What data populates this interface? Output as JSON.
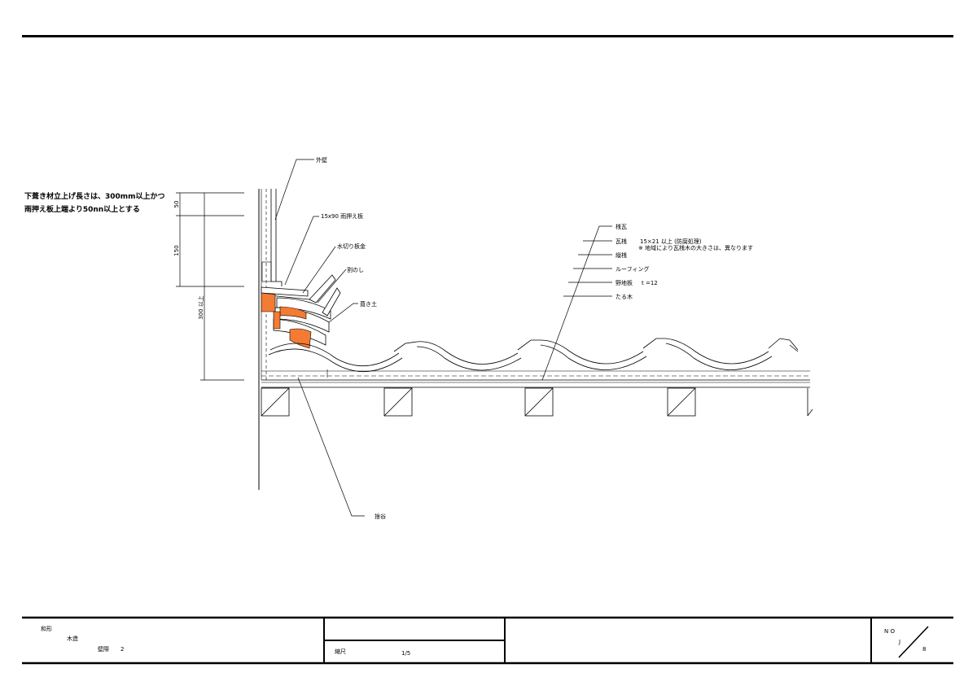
{
  "note": {
    "line1": "下葺き材立上げ長さは、300mm以上かつ",
    "line2": "雨押え板上端より50nn以上とする"
  },
  "dimensions": {
    "d50": "50",
    "d150": "150",
    "d300": "300 以上"
  },
  "labels": {
    "outer_wall": "外壁",
    "rain_board": "15x90 雨押え板",
    "flashing": "水切り板金",
    "noshi": "割のし",
    "fill_mud": "葺き土",
    "kawara": "桟瓦",
    "kawarasan": "瓦桟",
    "kawarasan_spec": "15×21 以上 (防腐処理)",
    "kawarasan_note": "※ 地域により瓦桟木の大きさは、異なります",
    "tatesan": "縦桟",
    "roofing": "ルーフィング",
    "nojiita": "野地板",
    "nojiita_spec": "t =12",
    "taruki": "たる木",
    "sekitsui": "捨谷"
  },
  "title_block": {
    "line1": "和形",
    "line2": "木造",
    "line3": "壁際",
    "line3_num": "2",
    "scale_label": "縮尺",
    "scale_value": "1/5",
    "no_label": "N O",
    "no_prefix": "J",
    "no_value": "8"
  },
  "colors": {
    "line": "#000000",
    "mortar": "#f47b33"
  }
}
